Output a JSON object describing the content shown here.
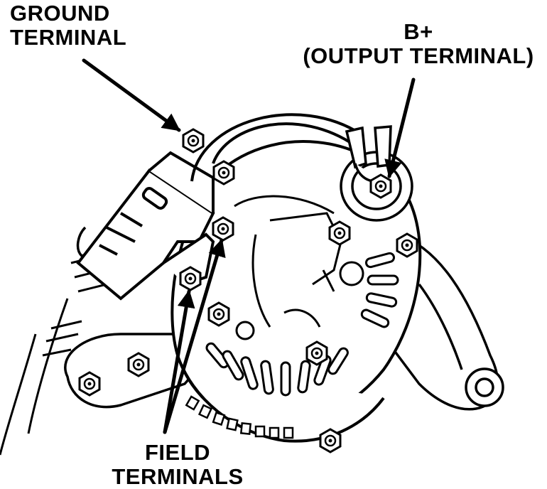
{
  "labels": {
    "ground_terminal": {
      "line1": "GROUND",
      "line2": "TERMINAL"
    },
    "output_terminal": {
      "line1": "B+",
      "line2": "(OUTPUT TERMINAL)"
    },
    "field_terminals": {
      "line1": "FIELD",
      "line2": "TERMINALS"
    }
  },
  "colors": {
    "ink": "#000000",
    "paper": "#ffffff"
  }
}
